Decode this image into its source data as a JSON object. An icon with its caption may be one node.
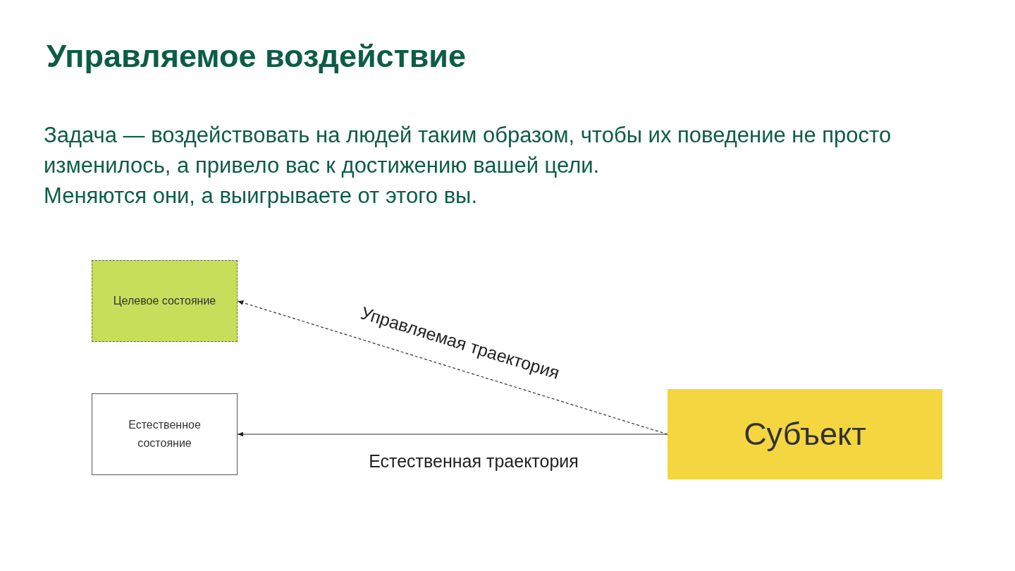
{
  "diagram": {
    "title": "Управляемое воздействие",
    "nodes": [
      {
        "text": [
          "Целевое состояние"
        ]
      },
      {
        "text": [
          "Естественное состояние"
        ]
      },
      {
        "text": [
          "Субъект"
        ]
      }
    ],
    "edges": [
      {
        "from": 2,
        "to": 0,
        "arrow": "to",
        "label": "Управляемая траектория",
        "style": "dashed"
      },
      {
        "from": 2,
        "to": 1,
        "arrow": "to",
        "label": "Естественная траектория"
      }
    ],
    "labels": [
      "Задача — воздействовать на людей таким образом, чтобы их поведение не просто изменилось, а привело вас к достижению вашей цели.",
      "Меняются они, а выигрываете от этого вы."
    ]
  }
}
